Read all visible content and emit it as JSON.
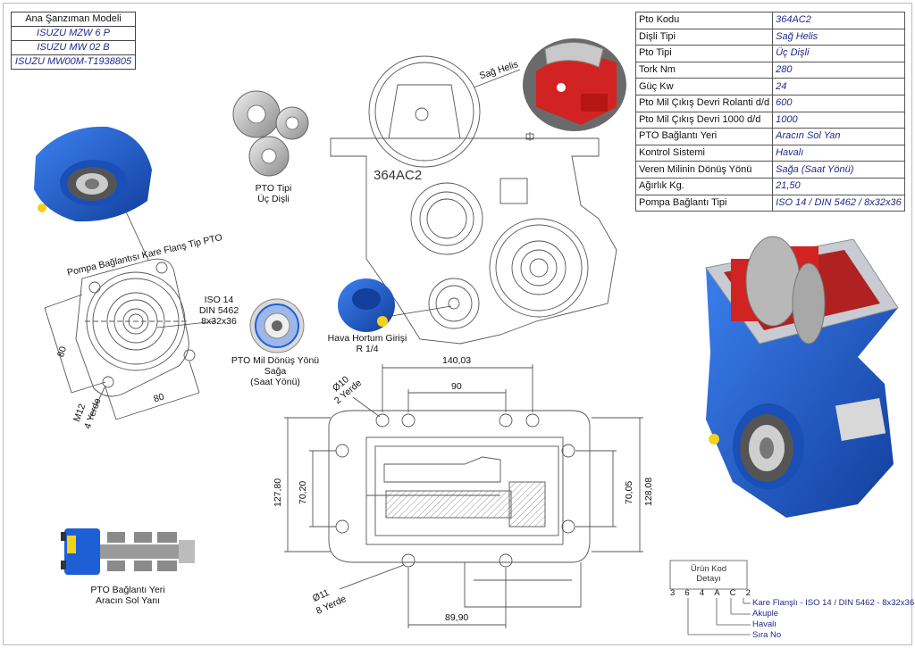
{
  "models": {
    "header": "Ana Şanzıman Modeli",
    "items": [
      "ISUZU MZW 6 P",
      "ISUZU MW 02 B",
      "ISUZU MW00M-T1938805"
    ]
  },
  "specs": [
    {
      "key": "Pto Kodu",
      "value": "364AC2"
    },
    {
      "key": "Dişli Tipi",
      "value": "Sağ Helis"
    },
    {
      "key": "Pto Tipi",
      "value": "Üç Dişli"
    },
    {
      "key": "Tork Nm",
      "value": "280"
    },
    {
      "key": "Güç Kw",
      "value": "24"
    },
    {
      "key": "Pto Mil Çıkış Devri Rolanti d/d",
      "value": "600"
    },
    {
      "key": "Pto Mil Çıkış Devri 1000 d/d",
      "value": "1000"
    },
    {
      "key": "PTO Bağlantı Yeri",
      "value": "Aracın Sol Yan"
    },
    {
      "key": "Kontrol Sistemi",
      "value": "Havalı"
    },
    {
      "key": "Veren Milinin Dönüş Yönü",
      "value": "Sağa (Saat Yönü)"
    },
    {
      "key": "Ağırlık Kg.",
      "value": "21,50"
    },
    {
      "key": "Pompa Bağlantı Tipi",
      "value": "ISO 14 / DIN 5462 / 8x32x36"
    }
  ],
  "labels": {
    "pump_flange": "Pompa Bağlantısı Kare Flanş Tip PTO",
    "pto_type_1": "PTO Tipi",
    "pto_type_2": "Üç Dişli",
    "helix": "Sağ Helis",
    "body_code": "364AC2",
    "iso_1": "ISO 14",
    "iso_2": "DIN 5462",
    "iso_3": "8x32x36",
    "rotation_1": "PTO Mil Dönüş Yönü",
    "rotation_2": "Sağa",
    "rotation_3": "(Saat Yönü)",
    "air_1": "Hava Hortum Girişi",
    "air_2": "R 1/4",
    "location_1": "PTO Bağlantı Yeri",
    "location_2": "Aracın Sol Yanı"
  },
  "dimensions": {
    "flange_height": "80",
    "flange_width": "80",
    "bolt_1": "M12",
    "bolt_2": "4 Yerde",
    "top_width": "140,03",
    "top_inner": "90",
    "hole_top_1": "Ø10",
    "hole_top_2": "2 Yerde",
    "left_outer": "127,80",
    "left_inner": "70,20",
    "right_inner": "70,05",
    "right_outer": "128,08",
    "hole_bottom_1": "Ø11",
    "hole_bottom_2": "8 Yerde",
    "bottom_width": "89,90"
  },
  "code_detail": {
    "title_1": "Ürün Kod",
    "title_2": "Detayı",
    "chars": [
      "3",
      "6",
      "4",
      "A",
      "C",
      "2"
    ],
    "legend": [
      "Kare Flanşlı - ISO 14 / DIN 5462 - 8x32x36",
      "Akuple",
      "Havalı",
      "Sıra No"
    ]
  },
  "colors": {
    "body_blue": "#1f5fd6",
    "gear_red": "#d22323",
    "text_blue": "#1f2a8a",
    "line": "#444444"
  }
}
